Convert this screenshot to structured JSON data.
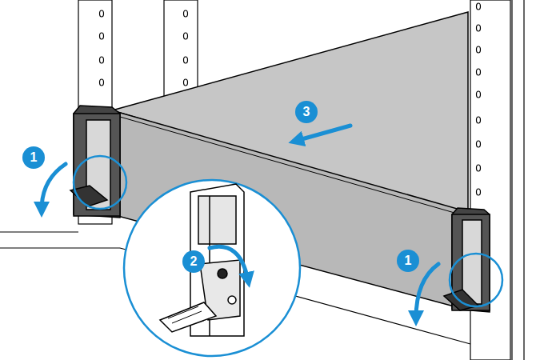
{
  "diagram": {
    "labels": [
      "3",
      "1",
      "2",
      "1"
    ]
  }
}
